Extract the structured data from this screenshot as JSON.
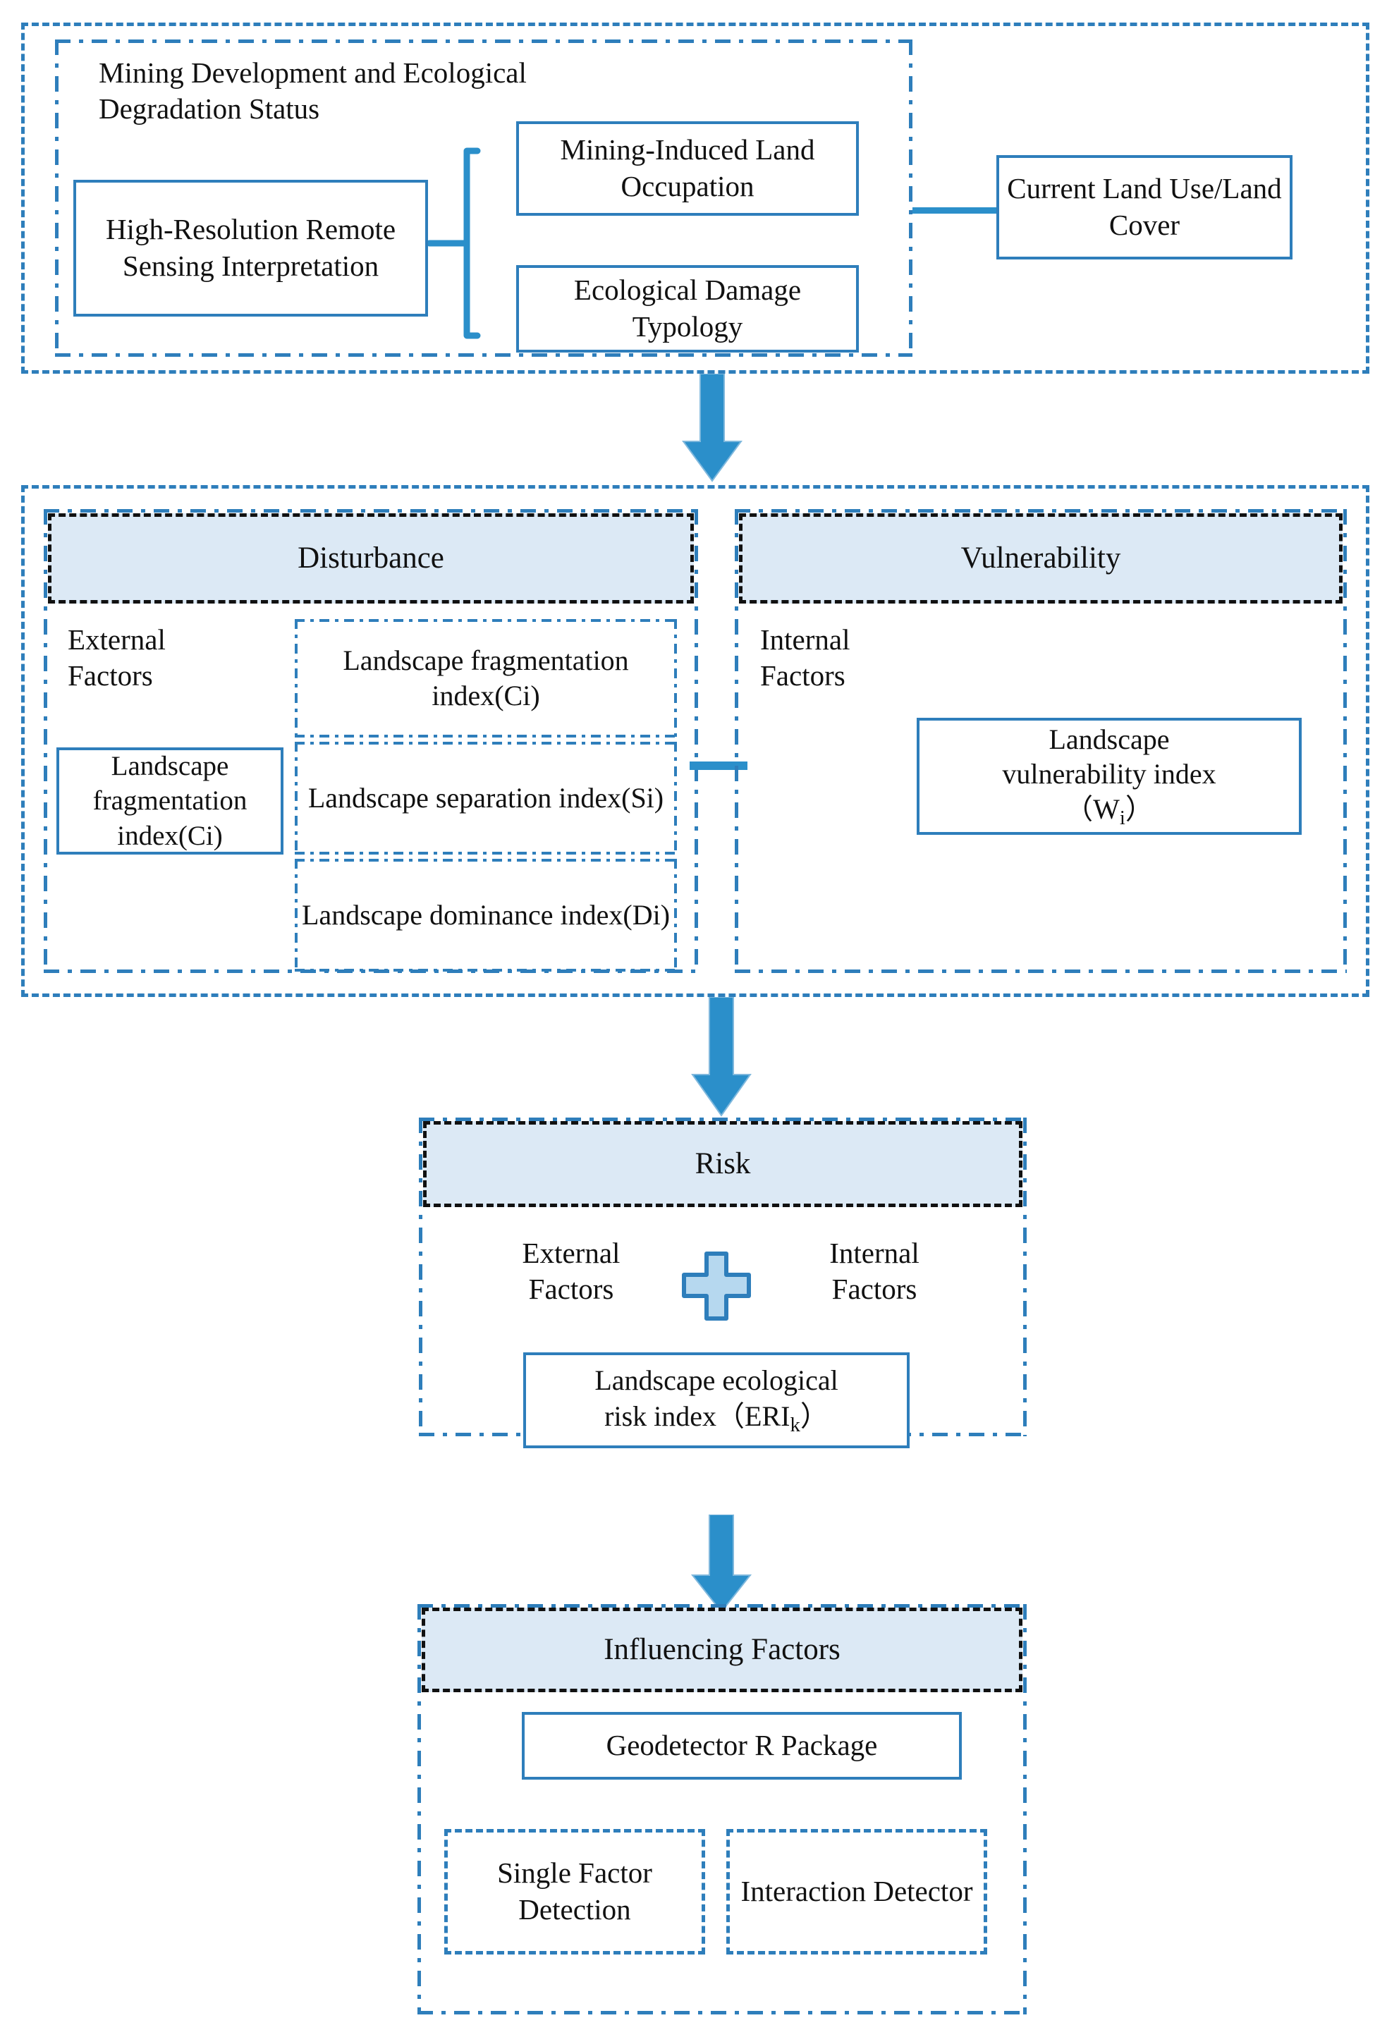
{
  "diagram": {
    "title": "Landscape Ecological Risk Assessment Framework",
    "colors": {
      "accent_blue": "#2e7ebb",
      "arrow_blue": "#2b8fca",
      "header_fill": "#dce9f5",
      "plus_fill": "#b6d8ef",
      "text": "#111111",
      "background": "#ffffff"
    }
  },
  "section1": {
    "name": "Mining Development and Ecological Degradation Status",
    "group_title": "Mining Development and Ecological\nDegradation Status",
    "source_box": "High-Resolution\nRemote Sensing\nInterpretation",
    "branch_boxes": [
      "Mining-Induced\nLand Occupation",
      "Ecological Damage\nTypology"
    ],
    "output_box": "Current Land\nUse/Land Cover"
  },
  "section2": {
    "left_panel": {
      "header": "Disturbance",
      "factor_label": "External\nFactors",
      "solid_box": "Landscape\nfragmentation\nindex(Ci)",
      "index_boxes": [
        "Landscape\nfragmentation\nindex(Ci)",
        "Landscape\nseparation index(Si)",
        "Landscape\ndominance index(Di)"
      ]
    },
    "right_panel": {
      "header": "Vulnerability",
      "factor_label": "Internal\nFactors",
      "index_box_line1": "Landscape",
      "index_box_line2": "vulnerability index",
      "index_box_line3_pre": "（W",
      "index_box_line3_sub": "i",
      "index_box_line3_post": "）"
    }
  },
  "section3": {
    "header": "Risk",
    "left_label": "External\nFactors",
    "operator": "plus-icon",
    "right_label": "Internal\nFactors",
    "result_line1": "Landscape ecological",
    "result_line2_pre": "risk index（ERI",
    "result_line2_sub": "k",
    "result_line2_post": "）"
  },
  "section4": {
    "header": "Influencing Factors",
    "tool_box": "Geodetector R Package",
    "method_boxes": [
      "Single Factor\nDetection",
      "Interaction\nDetector"
    ]
  },
  "connectors": {
    "arrow1": "down-arrow-icon",
    "arrow2": "down-arrow-icon",
    "arrow3": "down-arrow-icon",
    "brace": "curly-brace-connector",
    "link_to_lulc": "horizontal-link",
    "link_panels": "horizontal-link"
  }
}
